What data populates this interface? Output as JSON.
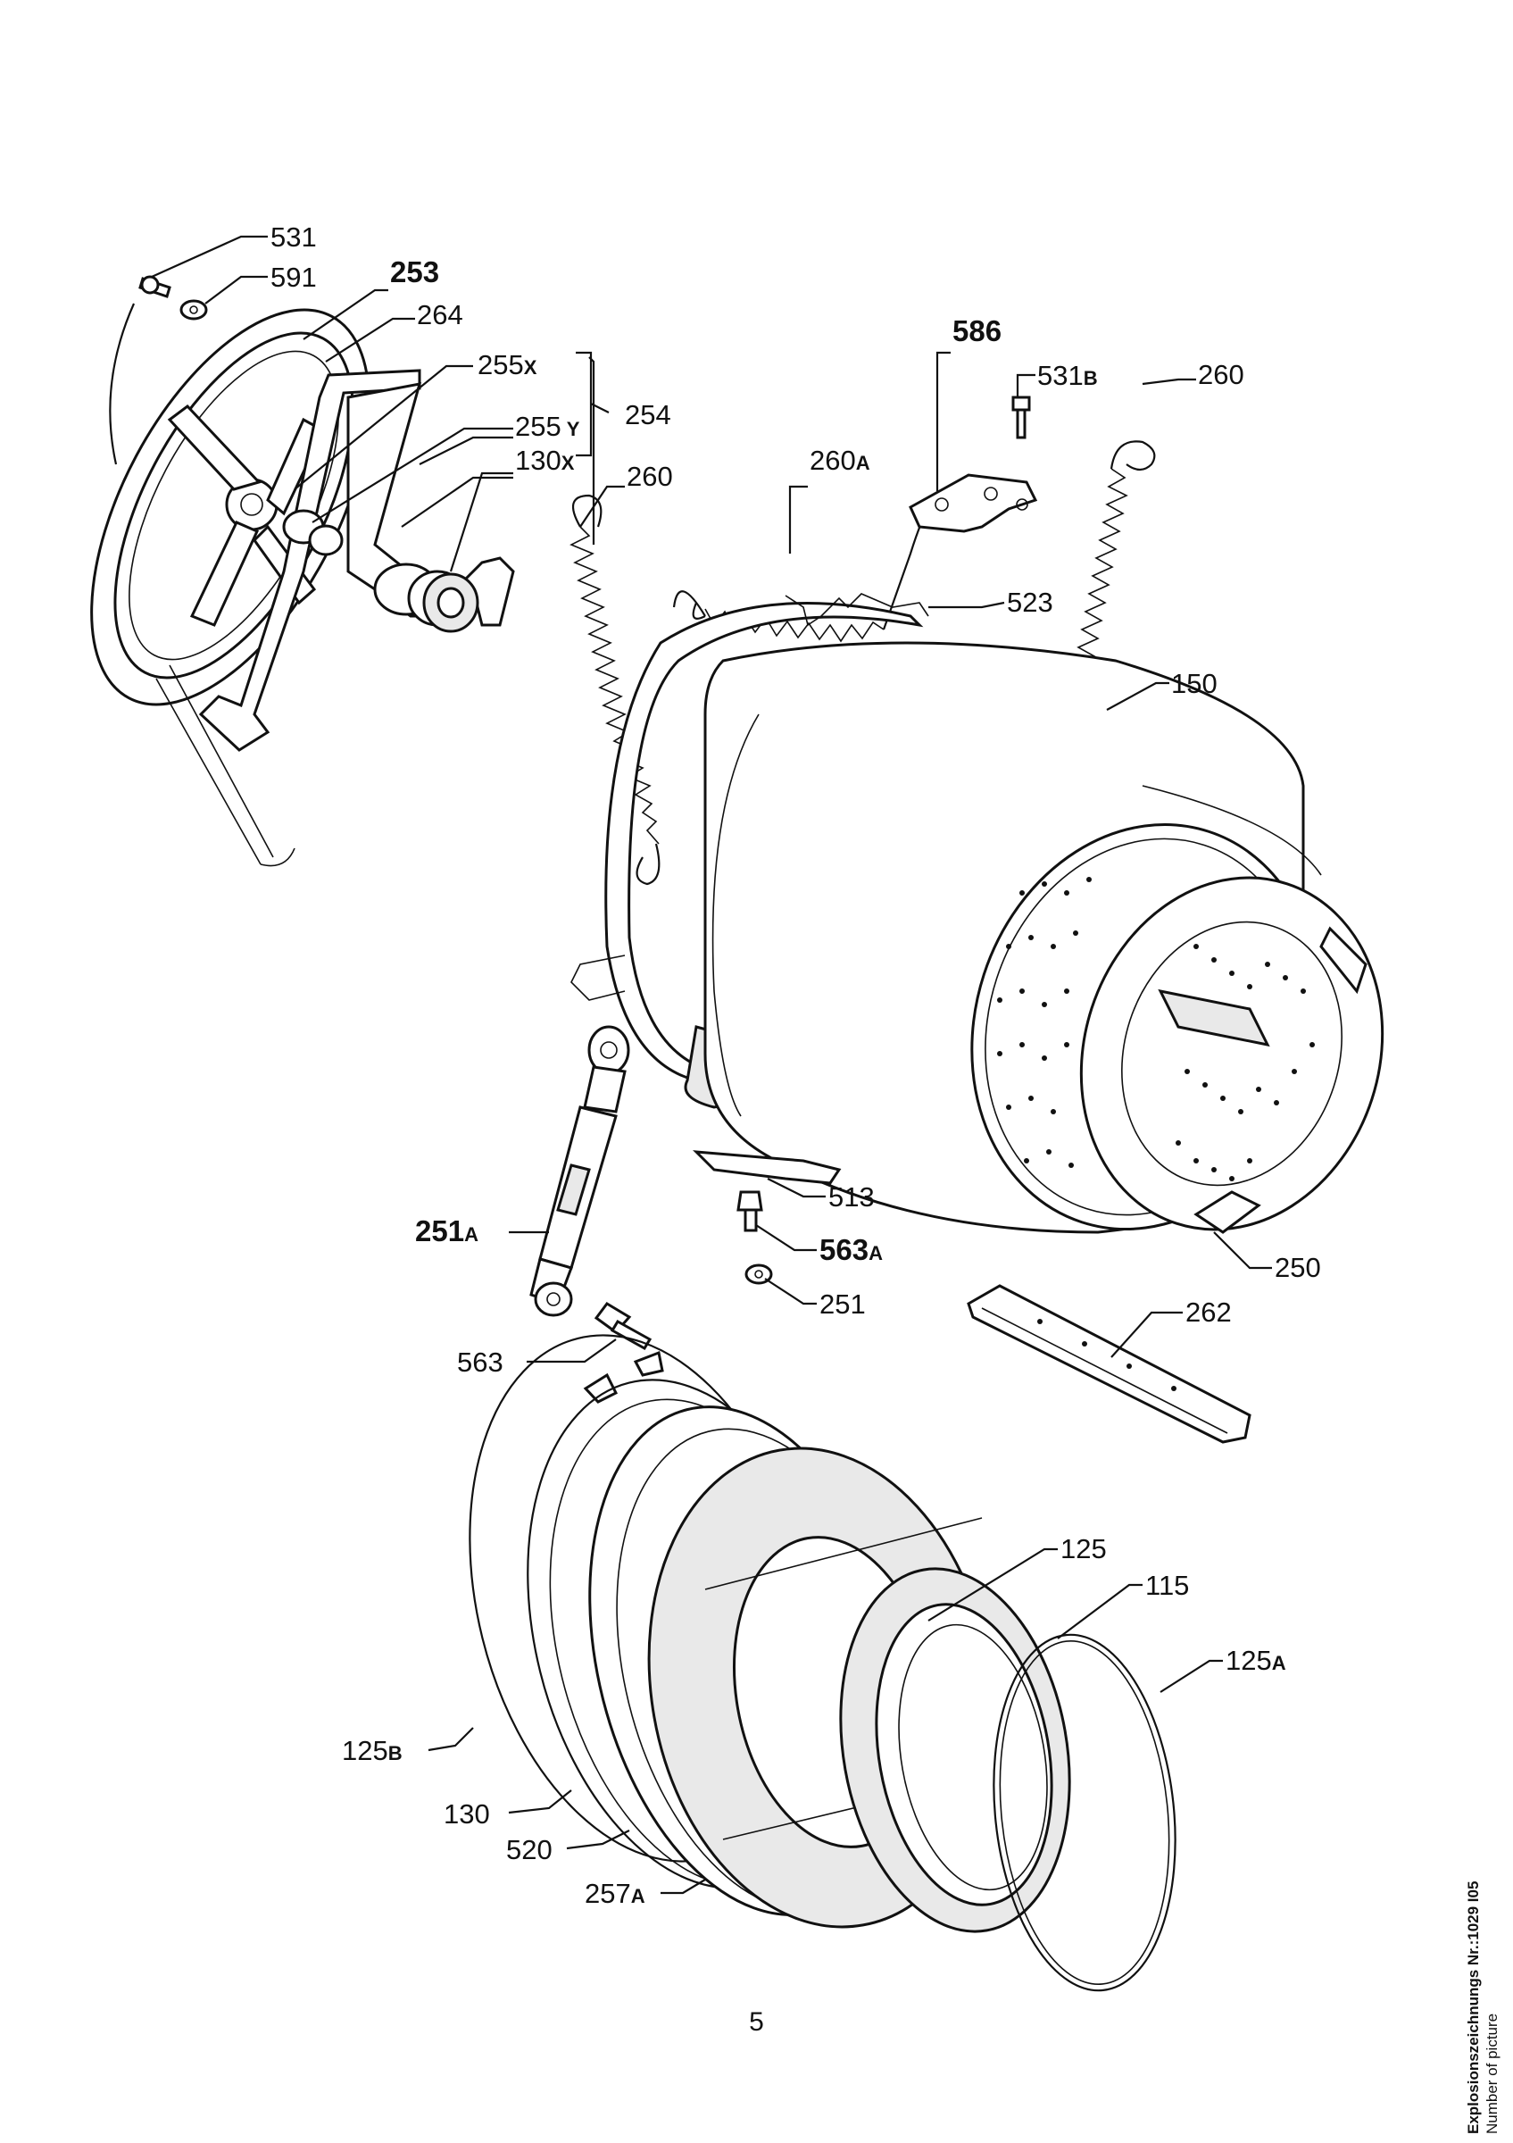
{
  "page_number": "5",
  "caption": {
    "title": "Explosionszeichnungs Nr.:1029 I05",
    "subtitle": "Number of picture"
  },
  "callouts": {
    "c531": {
      "num": "531",
      "suffix": ""
    },
    "c591": {
      "num": "591",
      "suffix": ""
    },
    "c253": {
      "num": "253",
      "suffix": ""
    },
    "c264": {
      "num": "264",
      "suffix": ""
    },
    "c255x": {
      "num": "255",
      "suffix": "X"
    },
    "c254": {
      "num": "254",
      "suffix": ""
    },
    "c255y": {
      "num": "255",
      "suffix": "Y"
    },
    "c130x": {
      "num": "130",
      "suffix": "X"
    },
    "c260a_left": {
      "num": "260",
      "suffix": ""
    },
    "c260a": {
      "num": "260",
      "suffix": "A"
    },
    "c586": {
      "num": "586",
      "suffix": ""
    },
    "c531b": {
      "num": "531",
      "suffix": "B"
    },
    "c260_right": {
      "num": "260",
      "suffix": ""
    },
    "c523": {
      "num": "523",
      "suffix": ""
    },
    "c150": {
      "num": "150",
      "suffix": ""
    },
    "c251a": {
      "num": "251",
      "suffix": "A"
    },
    "c513": {
      "num": "513",
      "suffix": ""
    },
    "c563a": {
      "num": "563",
      "suffix": "A"
    },
    "c251": {
      "num": "251",
      "suffix": ""
    },
    "c250": {
      "num": "250",
      "suffix": ""
    },
    "c262": {
      "num": "262",
      "suffix": ""
    },
    "c563": {
      "num": "563",
      "suffix": ""
    },
    "c125": {
      "num": "125",
      "suffix": ""
    },
    "c115": {
      "num": "115",
      "suffix": ""
    },
    "c125a": {
      "num": "125",
      "suffix": "A"
    },
    "c125b": {
      "num": "125",
      "suffix": "B"
    },
    "c130": {
      "num": "130",
      "suffix": ""
    },
    "c520": {
      "num": "520",
      "suffix": ""
    },
    "c257a": {
      "num": "257",
      "suffix": "A"
    }
  }
}
